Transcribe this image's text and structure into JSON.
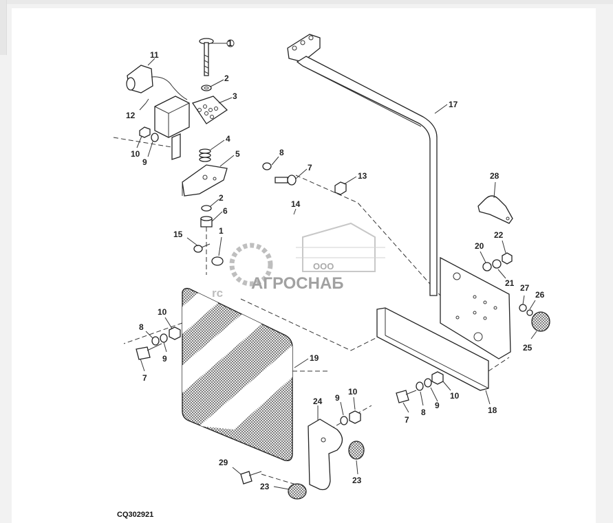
{
  "diagram": {
    "caption": "CQ302921",
    "watermark": {
      "top_text": "ООО",
      "brand_text": "АГРОСНАБ"
    },
    "fragment_text": "rc",
    "callouts": [
      {
        "id": "c1",
        "label": "1"
      },
      {
        "id": "c2a",
        "label": "2"
      },
      {
        "id": "c3",
        "label": "3"
      },
      {
        "id": "c4",
        "label": "4"
      },
      {
        "id": "c5",
        "label": "5"
      },
      {
        "id": "c2b",
        "label": "2"
      },
      {
        "id": "c6",
        "label": "6"
      },
      {
        "id": "c11",
        "label": "11"
      },
      {
        "id": "c12",
        "label": "12"
      },
      {
        "id": "c10a",
        "label": "10"
      },
      {
        "id": "c9a",
        "label": "9"
      },
      {
        "id": "c8a",
        "label": "8"
      },
      {
        "id": "c7a",
        "label": "7"
      },
      {
        "id": "c13",
        "label": "13"
      },
      {
        "id": "c14",
        "label": "14"
      },
      {
        "id": "c15",
        "label": "15"
      },
      {
        "id": "c1b",
        "label": "1"
      },
      {
        "id": "c17",
        "label": "17"
      },
      {
        "id": "c28",
        "label": "28"
      },
      {
        "id": "c20",
        "label": "20"
      },
      {
        "id": "c22",
        "label": "22"
      },
      {
        "id": "c21",
        "label": "21"
      },
      {
        "id": "c27",
        "label": "27"
      },
      {
        "id": "c26",
        "label": "26"
      },
      {
        "id": "c25",
        "label": "25"
      },
      {
        "id": "c8b",
        "label": "8"
      },
      {
        "id": "c10b",
        "label": "10"
      },
      {
        "id": "c9b",
        "label": "9"
      },
      {
        "id": "c7b",
        "label": "7"
      },
      {
        "id": "c19",
        "label": "19"
      },
      {
        "id": "c24",
        "label": "24"
      },
      {
        "id": "c9c",
        "label": "9"
      },
      {
        "id": "c10c",
        "label": "10"
      },
      {
        "id": "c7c",
        "label": "7"
      },
      {
        "id": "c8c",
        "label": "8"
      },
      {
        "id": "c9d",
        "label": "9"
      },
      {
        "id": "c10d",
        "label": "10"
      },
      {
        "id": "c18",
        "label": "18"
      },
      {
        "id": "c29",
        "label": "29"
      },
      {
        "id": "c23a",
        "label": "23"
      },
      {
        "id": "c23b",
        "label": "23"
      }
    ]
  }
}
